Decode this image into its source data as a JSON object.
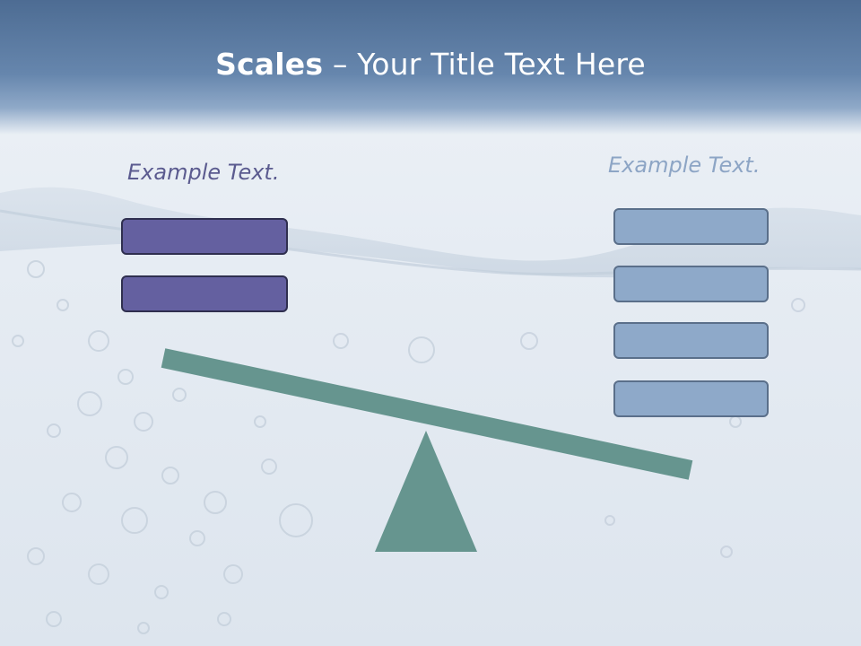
{
  "slide": {
    "title_bold": "Scales",
    "title_rest": " – Your Title Text Here",
    "left_label": "Example Text.",
    "right_label": "Example Text.",
    "left_box_count": 2,
    "right_box_count": 4
  },
  "colors": {
    "title_band": "#5a7aa0",
    "left_boxes": "#6460a0",
    "right_boxes": "#8ea9c9",
    "beam_and_fulcrum": "#66958f"
  },
  "icons": {
    "beam": "tilted-beam",
    "fulcrum": "triangle-fulcrum"
  }
}
